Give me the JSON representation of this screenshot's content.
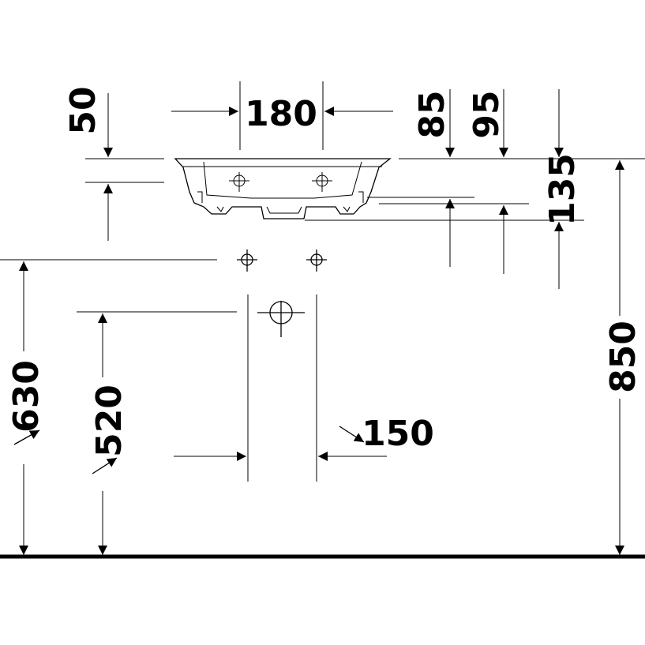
{
  "dimensions": {
    "width_between_tap_holes": "180",
    "rim_to_top": "50",
    "back_to_tap_hole": "85",
    "back_to_overflow": "95",
    "basin_depth": "135",
    "rim_height": "850",
    "supply_height": "630",
    "waste_height": "520",
    "waste_width": "150"
  }
}
